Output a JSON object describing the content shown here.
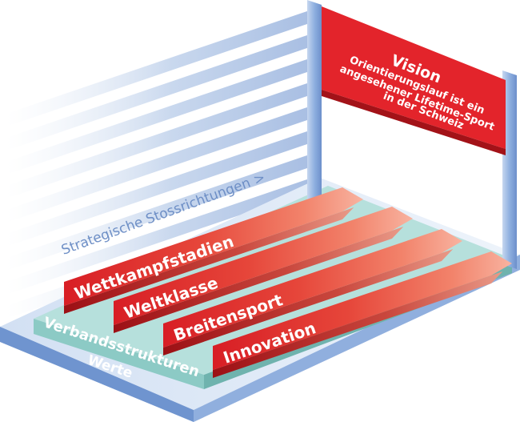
{
  "vision": {
    "title": "Vision",
    "line1": "Orientierungslauf ist ein",
    "line2": "angesehener Lifetime-Sport",
    "line3": "in der Schweiz"
  },
  "stossrichtungen_label": "Strategische Stossrichtungen >",
  "arrows": [
    {
      "label": "Wettkampfstadien"
    },
    {
      "label": "Weltklasse"
    },
    {
      "label": "Breitensport"
    },
    {
      "label": "Innovation"
    }
  ],
  "platform_label": "Verbandsstrukturen",
  "base_label": "Werte",
  "colors": {
    "red": "#e3242b",
    "red_dark": "#a31218",
    "red_light": "#f59a84",
    "teal": "#a7d9d5",
    "teal_dark": "#6fb3ae",
    "base_top": "#dde9f6",
    "base_front": "#6f94cf",
    "pillar": "#7c9fd6",
    "stripe": "#cfdcee"
  }
}
